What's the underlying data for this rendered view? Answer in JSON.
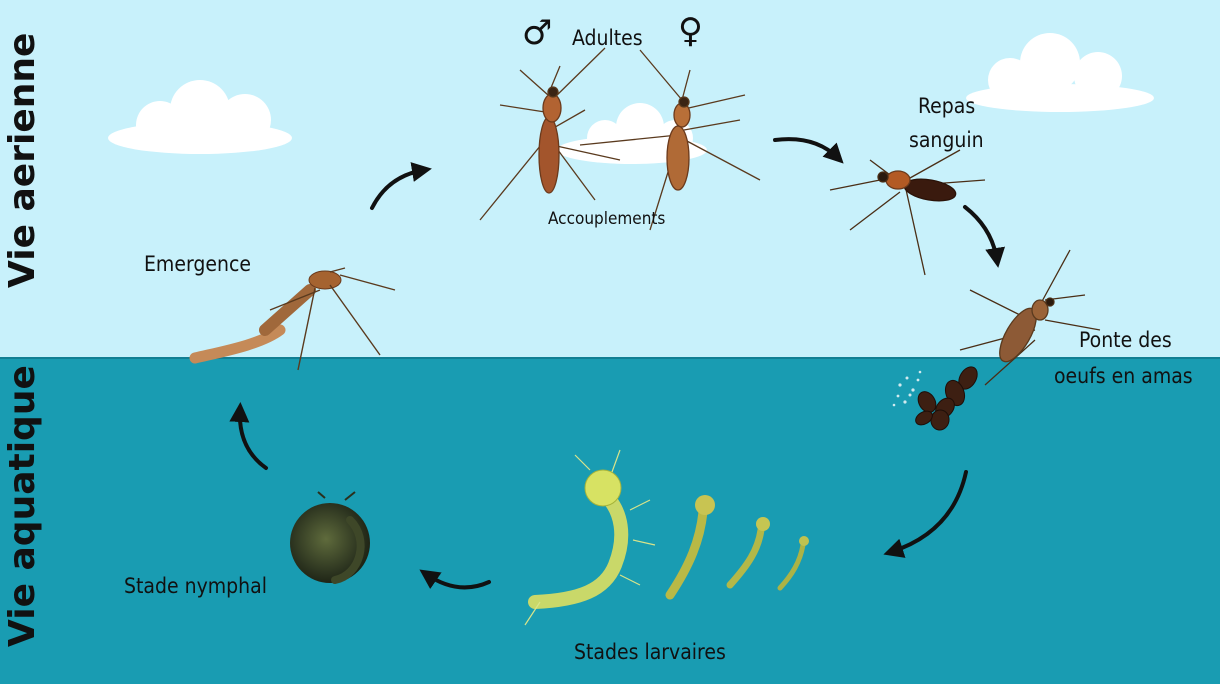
{
  "zones": {
    "air": "Vie aerienne",
    "water": "Vie aquatique"
  },
  "stages": {
    "adults": "Adultes",
    "male_symbol": "♂",
    "female_symbol": "♀",
    "mating": "Accouplements",
    "blood_meal_line1": "Repas",
    "blood_meal_line2": "sanguin",
    "egg_laying_line1": "Ponte des",
    "egg_laying_line2": "oeufs en amas",
    "larval": "Stades larvaires",
    "pupal": "Stade nymphal",
    "emergence": "Emergence"
  },
  "colors": {
    "sky": "#c8f1fb",
    "water": "#199cb2",
    "water_line": "#127f93",
    "cloud": "#ffffff",
    "text": "#111111",
    "arrow": "#111111"
  }
}
